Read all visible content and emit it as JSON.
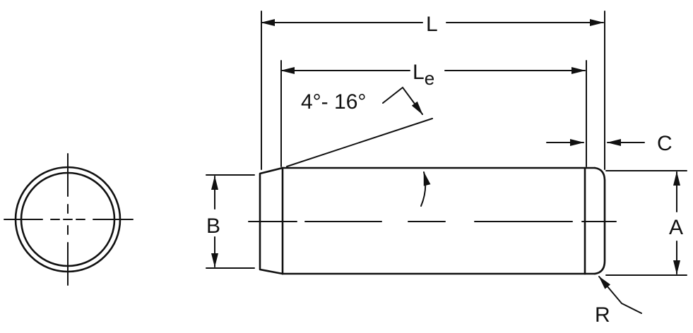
{
  "labels": {
    "overall_length": "L",
    "effective_length_main": "L",
    "effective_length_sub": "e",
    "taper_angle": "4°- 16°",
    "chamfer": "C",
    "diameter_a": "A",
    "diameter_b": "B",
    "radius": "R"
  }
}
